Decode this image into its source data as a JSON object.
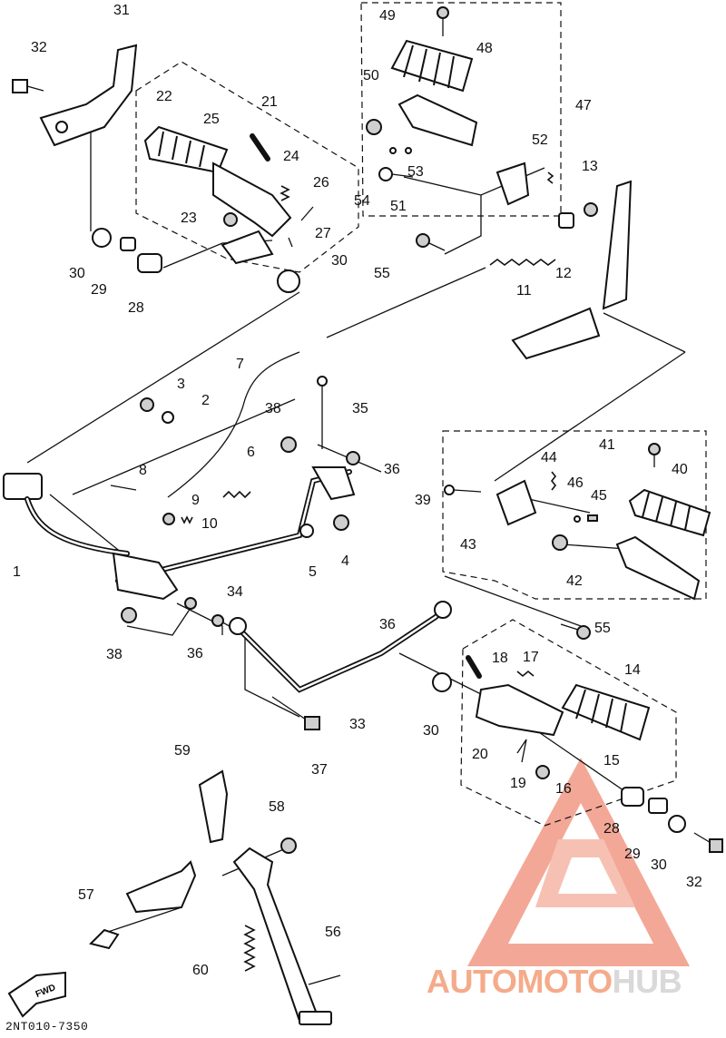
{
  "diagram": {
    "doc_code": "2NT010-7350",
    "fwd_label": "FWD",
    "watermark": {
      "part1": "AUTOMOTO",
      "part2": "HUB",
      "color_primary": "#f5ab8a",
      "color_secondary": "#d9d9d9"
    },
    "callouts": [
      "1",
      "2",
      "3",
      "4",
      "5",
      "6",
      "7",
      "8",
      "9",
      "10",
      "11",
      "12",
      "13",
      "14",
      "15",
      "16",
      "17",
      "18",
      "19",
      "20",
      "21",
      "22",
      "23",
      "24",
      "25",
      "26",
      "27",
      "28",
      "28",
      "29",
      "29",
      "30",
      "30",
      "30",
      "30",
      "31",
      "32",
      "32",
      "33",
      "34",
      "35",
      "36",
      "36",
      "36",
      "37",
      "38",
      "38",
      "39",
      "40",
      "41",
      "42",
      "43",
      "44",
      "45",
      "46",
      "47",
      "48",
      "49",
      "50",
      "51",
      "52",
      "53",
      "54",
      "55",
      "55",
      "56",
      "57",
      "58",
      "59",
      "60"
    ]
  }
}
